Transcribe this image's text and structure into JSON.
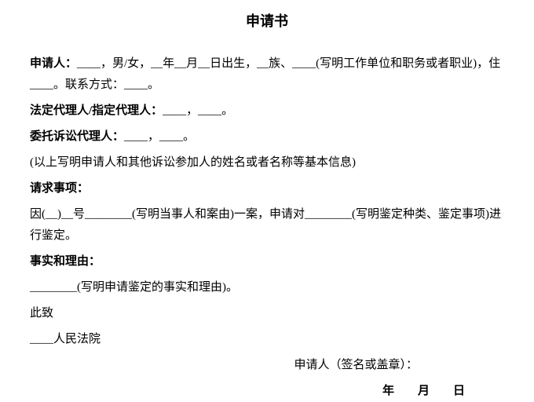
{
  "document": {
    "title": "申请书",
    "paragraphs": [
      {
        "label": "申请人：",
        "text": "____，男/女，__年__月__日出生，__族、____(写明工作单位和职务或者职业)，住____。联系方式：____。"
      },
      {
        "label": "法定代理人/指定代理人：",
        "text": "____，____。"
      },
      {
        "label": "委托诉讼代理人：",
        "text": "____，____。"
      },
      {
        "label": "",
        "text": "(以上写明申请人和其他诉讼参加人的姓名或者名称等基本信息)"
      },
      {
        "label": "请求事项：",
        "text": ""
      },
      {
        "label": "",
        "text": "因(__)__号________(写明当事人和案由)一案，申请对________(写明鉴定种类、鉴定事项)进行鉴定。"
      },
      {
        "label": "事实和理由：",
        "text": ""
      },
      {
        "label": "",
        "text": "________(写明申请鉴定的事实和理由)。"
      },
      {
        "label": "",
        "text": "此致"
      },
      {
        "label": "",
        "text": "____人民法院"
      }
    ],
    "signature_line": "申请人（签名或盖章）：",
    "date_line": "年　　月　　日"
  }
}
